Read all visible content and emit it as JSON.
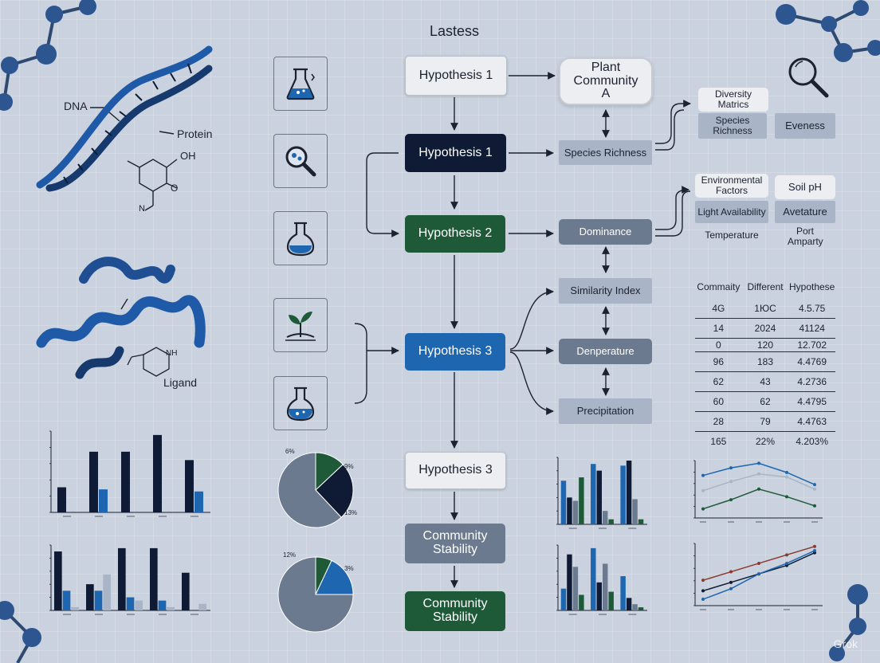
{
  "title": "Lastess",
  "labels": {
    "dna": "DNA",
    "protein": "Protein",
    "oh": "OH",
    "o": "O",
    "n": "N",
    "nh": "NH",
    "ligand": "Ligand"
  },
  "nodes": {
    "hypothesis_1_top": "Hypothesis 1",
    "hypothesis_1_mid": "Hypothesis 1",
    "hypothesis_2": "Hypothesis 2",
    "hypothesis_3_blue": "Hypothesis 3",
    "hypothesis_3_bottom": "Hypothesis 3",
    "community_stability_slate": "Community Stability",
    "community_stability_green": "Community Stability",
    "plant_community": "Plant Community A",
    "species_richness_mid": "Species Richness",
    "dominance": "Dominance",
    "similarity_index": "Similarity Index",
    "denperature": "Denperature",
    "precipitation": "Precipitation"
  },
  "diversity": {
    "metrics": "Diversity Matrics",
    "species_richness": "Species Richness",
    "evenness": "Eveness"
  },
  "environment": {
    "factors": "Environmental Factors",
    "soil_ph": "Soil pH",
    "light": "Light Availability",
    "avetature": "Avetature",
    "temperature": "Temperature",
    "port_amparty": "Port Amparty"
  },
  "table": {
    "headers": [
      "Commaity",
      "Different",
      "Hypothese"
    ],
    "rows": [
      [
        "4G",
        "1ЮC",
        "4.5.75"
      ],
      [
        "14",
        "2024",
        "41124"
      ],
      [
        "0",
        "120",
        "12.702"
      ],
      [
        "96",
        "183",
        "4.4769"
      ],
      [
        "62",
        "43",
        "4.2736"
      ],
      [
        "60",
        "62",
        "4.4795"
      ],
      [
        "28",
        "79",
        "4.4763"
      ],
      [
        "165",
        "22%",
        "4.203%"
      ]
    ]
  },
  "pie_labels": {
    "pie1_left": "6%",
    "pie1_right": "9%",
    "pie1_bottom": "13%",
    "pie2_left": "12%",
    "pie2_right": "3%"
  },
  "colors": {
    "navy": "#0f1b34",
    "blue": "#1f66b0",
    "green": "#1f5a38",
    "slate": "#6b7a8f",
    "light": "#a9b5c6",
    "pale": "#eceef1",
    "background": "#c9d2de"
  },
  "icons": [
    "flask-bubbles-icon",
    "magnifier-molecule-icon",
    "flask-icon",
    "seedling-icon",
    "round-flask-icon",
    "magnifier-icon",
    "dna-icon",
    "protein-ribbon-icon",
    "molecule-icon"
  ],
  "watermark": "Grok",
  "chart_data": [
    {
      "type": "bar",
      "categories": [
        "",
        "",
        "",
        "",
        ""
      ],
      "series": [
        {
          "values": [
            1.2,
            2.9,
            2.9,
            3.7,
            2.5
          ]
        },
        {
          "values": [
            0.0,
            1.1,
            0.0,
            0.0,
            1.0
          ]
        }
      ],
      "colors": [
        "#0f1b34",
        "#1f66b0",
        "#a9b5c6"
      ]
    },
    {
      "type": "bar",
      "categories": [
        "",
        "",
        "",
        "",
        ""
      ],
      "series": [
        {
          "values": [
            3.6,
            1.6,
            3.8,
            3.8,
            2.3
          ]
        },
        {
          "values": [
            1.2,
            1.2,
            0.8,
            0.6,
            0.0
          ]
        },
        {
          "values": [
            0.2,
            2.2,
            0.6,
            0.2,
            0.4
          ]
        }
      ],
      "colors": [
        "#0f1b34",
        "#1f66b0",
        "#a9b5c6"
      ]
    },
    {
      "type": "pie",
      "values": [
        13,
        25,
        62
      ],
      "colors": [
        "#1f5a38",
        "#0f1b34",
        "#6b7a8f"
      ]
    },
    {
      "type": "pie",
      "values": [
        7,
        18,
        75
      ],
      "colors": [
        "#1f5a38",
        "#1f66b0",
        "#6b7a8f"
      ]
    },
    {
      "type": "bar",
      "categories": [
        "",
        "",
        ""
      ],
      "series": [
        {
          "values": [
            2.6,
            3.6,
            3.5
          ]
        },
        {
          "values": [
            1.6,
            3.2,
            3.8
          ]
        },
        {
          "values": [
            1.4,
            0.8,
            1.5
          ]
        },
        {
          "values": [
            2.8,
            0.3,
            0.3
          ]
        }
      ],
      "colors": [
        "#1f66b0",
        "#0f1b34",
        "#6b7a8f",
        "#1f5a38"
      ]
    },
    {
      "type": "bar",
      "categories": [
        "",
        "",
        ""
      ],
      "series": [
        {
          "values": [
            1.4,
            4.0,
            2.2
          ]
        },
        {
          "values": [
            3.6,
            1.8,
            0.8
          ]
        },
        {
          "values": [
            2.8,
            3.0,
            0.4
          ]
        },
        {
          "values": [
            1.0,
            1.2,
            0.2
          ]
        }
      ],
      "colors": [
        "#1f66b0",
        "#0f1b34",
        "#6b7a8f",
        "#1f5a38"
      ]
    },
    {
      "type": "line",
      "x": [
        1,
        2,
        3,
        4,
        5
      ],
      "series": [
        {
          "values": [
            2.8,
            3.3,
            3.6,
            3.0,
            2.2
          ]
        },
        {
          "values": [
            1.8,
            2.4,
            2.9,
            2.7,
            1.9
          ]
        },
        {
          "values": [
            0.6,
            1.2,
            1.9,
            1.4,
            0.8
          ]
        }
      ],
      "colors": [
        "#1f66b0",
        "#a9b5c6",
        "#1f5a38"
      ]
    },
    {
      "type": "line",
      "x": [
        1,
        2,
        3,
        4,
        5
      ],
      "series": [
        {
          "values": [
            1.2,
            1.6,
            2.0,
            2.4,
            2.8
          ]
        },
        {
          "values": [
            0.7,
            1.1,
            1.5,
            1.9,
            2.5
          ]
        },
        {
          "values": [
            0.3,
            0.8,
            1.5,
            2.0,
            2.6
          ]
        }
      ],
      "colors": [
        "#8b3a2e",
        "#0f1b34",
        "#1f66b0"
      ]
    }
  ]
}
